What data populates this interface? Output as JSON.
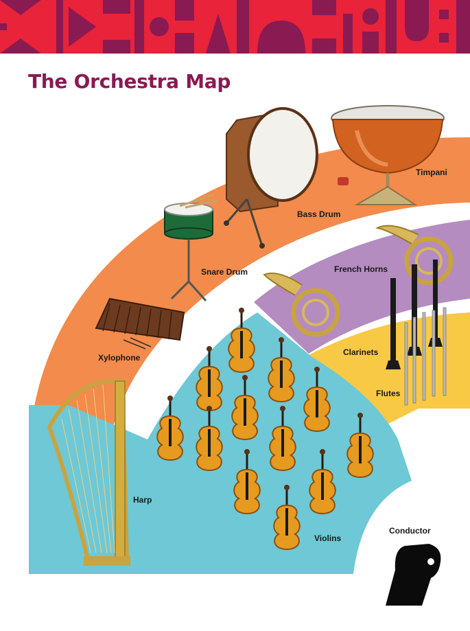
{
  "title": "The Orchestra Map",
  "sections": {
    "percussion": {
      "color": "#f28b4b"
    },
    "brass": {
      "color": "#b48cc0"
    },
    "woodwinds": {
      "color": "#f8c945"
    },
    "strings": {
      "color": "#6ec8d5"
    }
  },
  "labels": {
    "timpani": "Timpani",
    "bass_drum": "Bass Drum",
    "snare_drum": "Snare Drum",
    "french_horns": "French Horns",
    "xylophone": "Xylophone",
    "clarinets": "Clarinets",
    "flutes": "Flutes",
    "harp": "Harp",
    "violins": "Violins",
    "conductor": "Conductor"
  },
  "icons": {
    "banner": "decorative-pattern-banner",
    "timpani": "timpani-icon",
    "bass_drum": "bass-drum-icon",
    "snare_drum": "snare-drum-icon",
    "french_horn": "french-horn-icon",
    "xylophone": "xylophone-icon",
    "clarinet": "clarinet-icon",
    "flute": "flute-icon",
    "harp": "harp-icon",
    "violin": "violin-icon",
    "conductor": "conductor-hand-icon"
  },
  "banner_colors": {
    "base": "#e8233a",
    "pattern": "#8a1a52"
  }
}
